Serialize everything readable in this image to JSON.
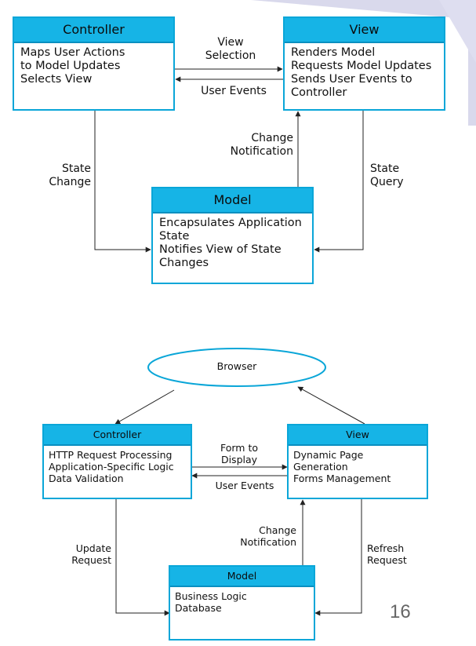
{
  "top_diagram": {
    "controller": {
      "title": "Controller",
      "lines": [
        "Maps User Actions",
        "to Model Updates",
        "Selects View"
      ]
    },
    "view": {
      "title": "View",
      "lines": [
        "Renders Model",
        "Requests Model Updates",
        "Sends User Events to",
        "Controller"
      ]
    },
    "model": {
      "title": "Model",
      "lines": [
        "Encapsulates Application",
        "State",
        "Notifies View of State",
        "Changes"
      ]
    },
    "labels": {
      "view_selection": [
        "View",
        "Selection"
      ],
      "user_events": "User Events",
      "change_notification": [
        "Change",
        "Notification"
      ],
      "state_change": [
        "State",
        "Change"
      ],
      "state_query": [
        "State",
        "Query"
      ]
    }
  },
  "bottom_diagram": {
    "browser": "Browser",
    "controller": {
      "title": "Controller",
      "lines": [
        "HTTP Request Processing",
        "Application-Specific Logic",
        "Data Validation"
      ]
    },
    "view": {
      "title": "View",
      "lines": [
        "Dynamic Page",
        "Generation",
        "Forms Management"
      ]
    },
    "model": {
      "title": "Model",
      "lines": [
        "Business Logic",
        "Database"
      ]
    },
    "labels": {
      "form_to_display": [
        "Form to",
        "Display"
      ],
      "user_events": "User Events",
      "change_notification": [
        "Change",
        "Notification"
      ],
      "update_request": [
        "Update",
        "Request"
      ],
      "refresh_request": [
        "Refresh",
        "Request"
      ]
    }
  },
  "page_number": "16",
  "colors": {
    "header": "#16b4e6",
    "border": "#0aa6d8",
    "deco": "#dcdcef"
  }
}
